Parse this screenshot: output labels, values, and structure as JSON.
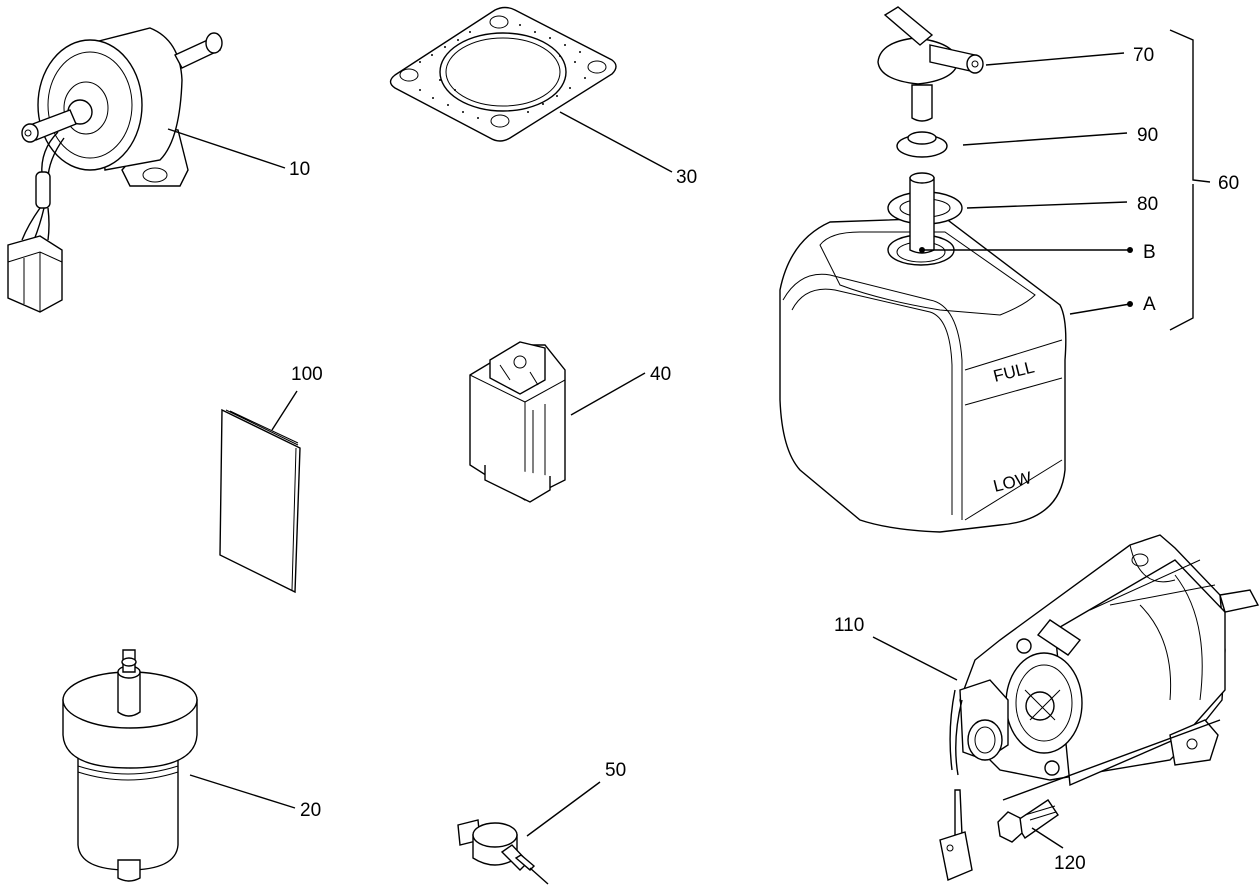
{
  "callouts": {
    "c10": "10",
    "c20": "20",
    "c30": "30",
    "c40": "40",
    "c50": "50",
    "c60": "60",
    "c70": "70",
    "c80": "80",
    "c90": "90",
    "c100": "100",
    "c110": "110",
    "c120": "120",
    "cA": "A",
    "cB": "B"
  },
  "tank_marks": {
    "full": "FULL",
    "low": "LOW"
  }
}
